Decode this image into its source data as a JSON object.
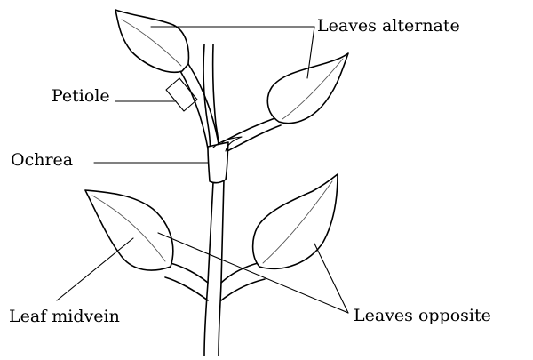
{
  "diagram": {
    "labels": {
      "leaves_alternate": "Leaves alternate",
      "petiole": "Petiole",
      "ochrea": "Ochrea",
      "leaf_midvein": "Leaf midvein",
      "leaves_opposite": "Leaves opposite"
    },
    "colors": {
      "ink": "#000000",
      "background": "#ffffff"
    }
  }
}
